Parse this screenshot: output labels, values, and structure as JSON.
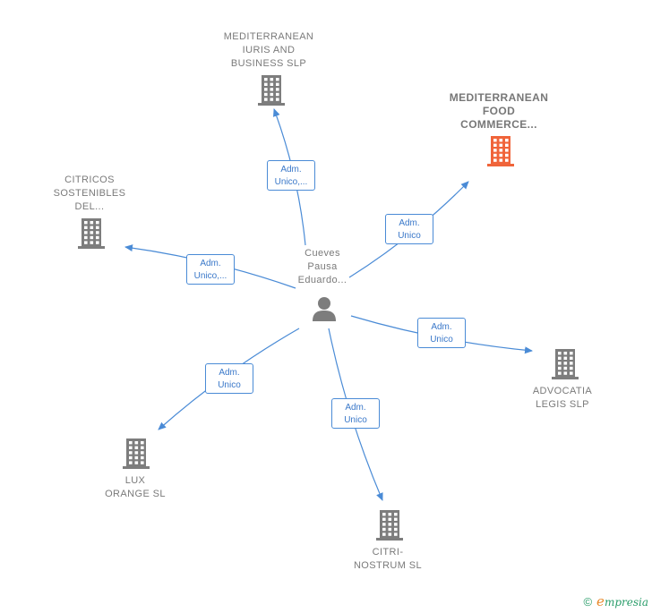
{
  "center": {
    "name_lines": [
      "Cueves",
      "Pausa",
      "Eduardo..."
    ],
    "icon": "person-icon"
  },
  "companies": [
    {
      "id": "mediterranean-iuris",
      "lines": [
        "MEDITERRANEAN",
        "IURIS AND",
        "BUSINESS  SLP"
      ],
      "icon": "building-icon",
      "highlight": false
    },
    {
      "id": "mediterranean-food",
      "lines": [
        "MEDITERRANEAN",
        "FOOD",
        "COMMERCE..."
      ],
      "icon": "building-icon",
      "highlight": true
    },
    {
      "id": "citricos-sostenibles",
      "lines": [
        "CITRICOS",
        "SOSTENIBLES",
        "DEL..."
      ],
      "icon": "building-icon",
      "highlight": false
    },
    {
      "id": "advocatia-legis",
      "lines": [
        "ADVOCATIA",
        "LEGIS SLP"
      ],
      "icon": "building-icon",
      "highlight": false
    },
    {
      "id": "lux-orange",
      "lines": [
        "LUX",
        "ORANGE  SL"
      ],
      "icon": "building-icon",
      "highlight": false
    },
    {
      "id": "citri-nostrum",
      "lines": [
        "CITRI-",
        "NOSTRUM  SL"
      ],
      "icon": "building-icon",
      "highlight": false
    }
  ],
  "relations": [
    {
      "target": "mediterranean-iuris",
      "lines": [
        "Adm.",
        "Unico,..."
      ]
    },
    {
      "target": "mediterranean-food",
      "lines": [
        "Adm.",
        "Unico"
      ]
    },
    {
      "target": "citricos-sostenibles",
      "lines": [
        "Adm.",
        "Unico,..."
      ]
    },
    {
      "target": "advocatia-legis",
      "lines": [
        "Adm.",
        "Unico"
      ]
    },
    {
      "target": "lux-orange",
      "lines": [
        "Adm.",
        "Unico"
      ]
    },
    {
      "target": "citri-nostrum",
      "lines": [
        "Adm.",
        "Unico"
      ]
    }
  ],
  "colors": {
    "edge": "#4a8bd6",
    "building": "#7d7d7d",
    "building_highlight": "#f0643a",
    "person": "#7d7d7d"
  },
  "footer": {
    "copyright_symbol": "©",
    "brand_first": "e",
    "brand_rest": "mpresia"
  }
}
